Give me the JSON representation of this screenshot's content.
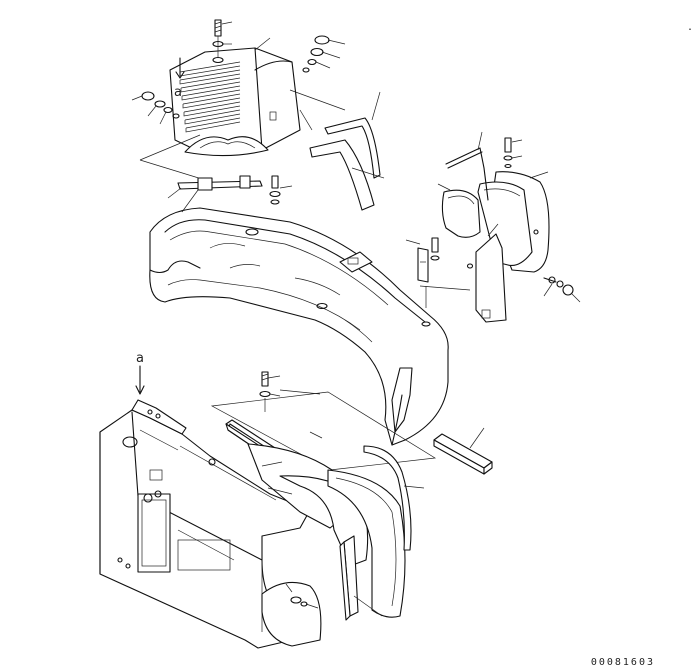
{
  "diagram": {
    "view_markers": [
      "a",
      "a"
    ],
    "drawing_number": "00081603",
    "corner_mark": "."
  }
}
